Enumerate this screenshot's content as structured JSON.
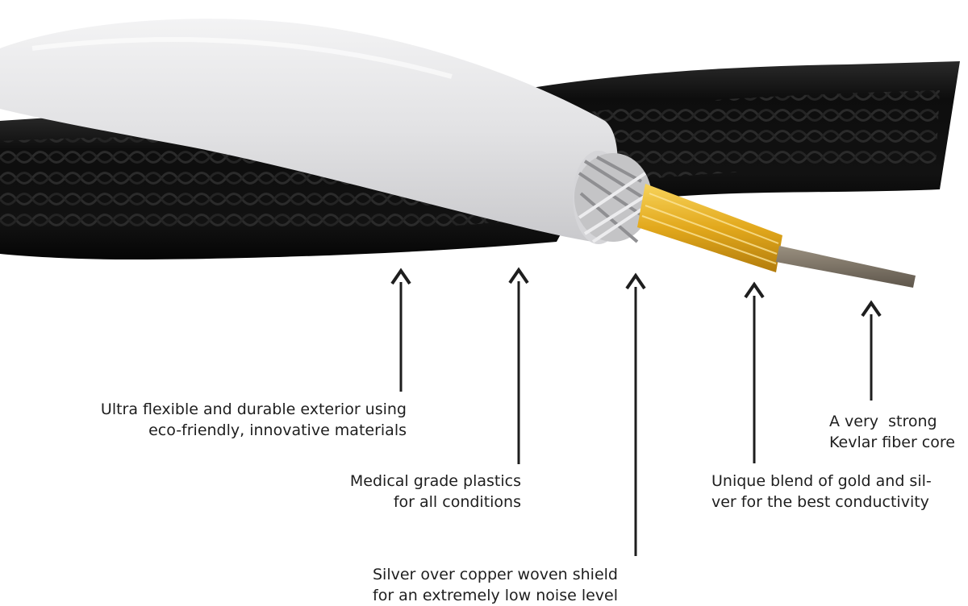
{
  "annotations": [
    {
      "id": "exterior",
      "lines": [
        "Ultra flexible and durable exterior using",
        "eco-friendly, innovative materials"
      ]
    },
    {
      "id": "plastics",
      "lines": [
        "Medical grade plastics",
        "for all conditions"
      ]
    },
    {
      "id": "shield",
      "lines": [
        "Silver over copper woven shield",
        "for an extremely low noise level"
      ]
    },
    {
      "id": "conductor",
      "lines": [
        "Unique blend of gold and sil-",
        "ver for the best conductivity"
      ]
    },
    {
      "id": "core",
      "lines": [
        "A very  strong",
        "Kevlar fiber core"
      ]
    }
  ],
  "colors": {
    "outer_jacket": "#111111",
    "inner_jacket": "#e6e6e8",
    "shield": "#bcbcbc",
    "conductor": "#e2a81c",
    "core": "#7d7468",
    "text": "#1e1e1e"
  }
}
